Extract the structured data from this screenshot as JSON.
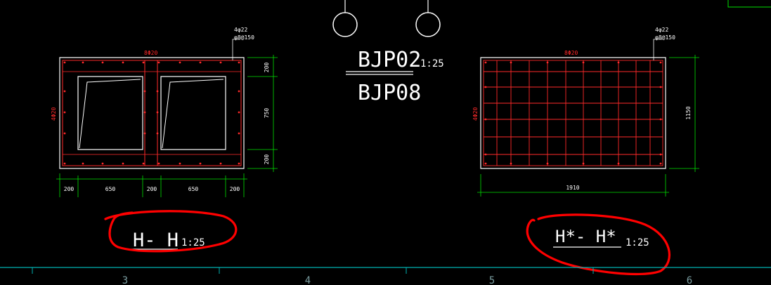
{
  "drawing": {
    "detail_top": "BJP02",
    "detail_bottom": "BJP08",
    "detail_scale": "1:25"
  },
  "section_left": {
    "title": "H- H",
    "scale": "1:25",
    "top_rebar": "8Φ20",
    "side_rebar": "4Φ20",
    "leader_text_1": "4φ22",
    "leader_text_2": "φ8@150",
    "bottom_dims": [
      "200",
      "650",
      "200",
      "650",
      "200"
    ],
    "right_dims": [
      "200",
      "750",
      "200"
    ]
  },
  "section_right": {
    "title": "H*- H*",
    "scale": "1:25",
    "top_rebar": "8Φ20",
    "side_rebar": "4Φ20",
    "leader_text_1": "4φ22",
    "leader_text_2": "φ8@150",
    "bottom_dims": [
      "1910"
    ],
    "right_dims": [
      "1150"
    ]
  },
  "grid_labels": [
    "3",
    "4",
    "5",
    "6"
  ],
  "colors": {
    "background": "#000000",
    "outline": "#ffffff",
    "rebar": "#ff2a2a",
    "dimension": "#00e000",
    "annotation": "#ff0000",
    "grid_line": "#00b0b0"
  }
}
